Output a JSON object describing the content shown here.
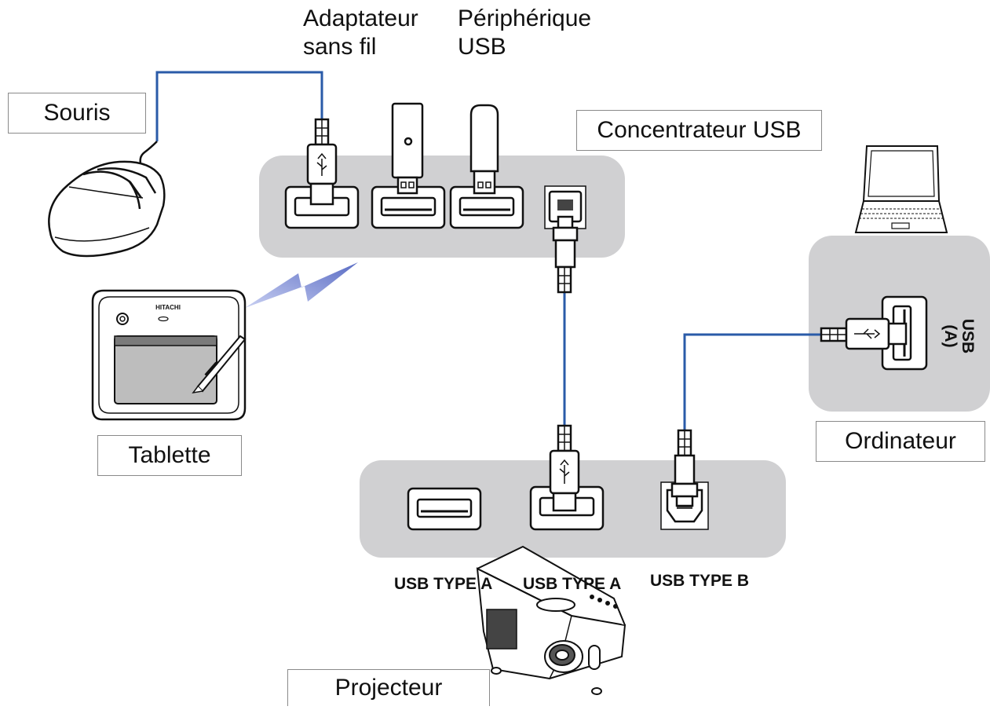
{
  "labels": {
    "mouse": "Souris",
    "wireless_adapter_line1": "Adaptateur",
    "wireless_adapter_line2": "sans fil",
    "usb_device_line1": "Périphérique",
    "usb_device_line2": "USB",
    "usb_hub": "Concentrateur USB",
    "tablet": "Tablette",
    "computer": "Ordinateur",
    "computer_port_line1": "USB",
    "computer_port_line2": "(A)",
    "projector": "Projecteur",
    "tablet_brand": "HITACHI"
  },
  "projector_ports": [
    {
      "label": "USB TYPE A"
    },
    {
      "label": "USB TYPE A"
    },
    {
      "label": "USB TYPE B"
    }
  ],
  "colors": {
    "cable": "#2a5ba8",
    "panel": "#d0d0d2",
    "outline": "#111111",
    "wireless": "#7a8ad0"
  },
  "icons": [
    "mouse-icon",
    "usb-plug-icon",
    "usb-stick-icon",
    "tablet-icon",
    "laptop-icon",
    "projector-icon",
    "wireless-signal-icon"
  ]
}
